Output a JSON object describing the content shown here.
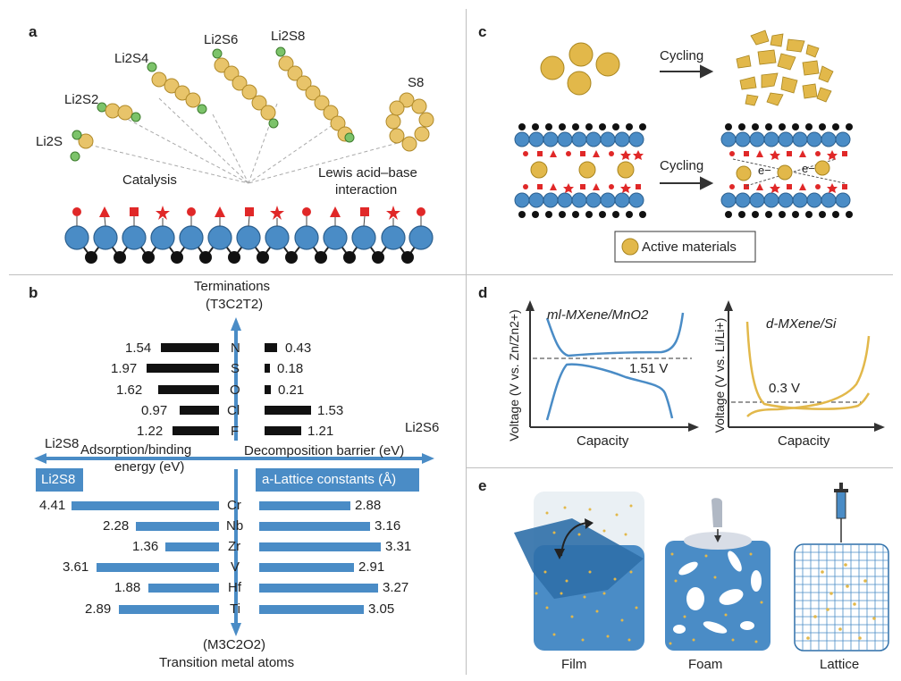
{
  "panels": {
    "a": "a",
    "b": "b",
    "c": "c",
    "d": "d",
    "e": "e"
  },
  "panel_a": {
    "species": [
      "Li2S",
      "Li2S2",
      "Li2S4",
      "Li2S6",
      "Li2S8",
      "S8"
    ],
    "catalysis": "Catalysis",
    "lewis": [
      "Lewis acid–base",
      "interaction"
    ]
  },
  "panel_b": {
    "terminations_title": "Terminations",
    "terminations_formula": "(T3C2T2)",
    "transition_formula": "(M3C2O2)",
    "transition_title": "Transition metal atoms",
    "left_axis_species": "Li2S8",
    "right_axis_species": "Li2S6",
    "adsorption_label": [
      "Adsorption/binding",
      "energy (eV)"
    ],
    "decomposition_label": "Decomposition barrier (eV)",
    "li2s8_box": "Li2S8",
    "lattice_box": "a-Lattice constants (Å)",
    "terminations": [
      "N",
      "S",
      "O",
      "Cl",
      "F"
    ],
    "adsorption_values": [
      "1.54",
      "1.97",
      "1.62",
      "0.97",
      "1.22"
    ],
    "decomposition_values": [
      "0.43",
      "0.18",
      "0.21",
      "1.53",
      "1.21"
    ],
    "metals": [
      "Cr",
      "Nb",
      "Zr",
      "V",
      "Hf",
      "Ti"
    ],
    "binding_values": [
      "4.41",
      "2.28",
      "1.36",
      "3.61",
      "1.88",
      "2.89"
    ],
    "lattice_values": [
      "2.88",
      "3.16",
      "3.31",
      "2.91",
      "3.27",
      "3.05"
    ]
  },
  "panel_c": {
    "cycling_top": "Cycling",
    "cycling_bottom": "Cycling",
    "electron": "e−",
    "legend": "Active materials"
  },
  "panel_d": {
    "left_title": "ml-MXene/MnO2",
    "left_ylabel": "Voltage (V vs. Zn/Zn2+)",
    "left_xlabel": "Capacity",
    "left_value": "1.51 V",
    "right_title": "d-MXene/Si",
    "right_ylabel": "Voltage (V vs. Li/Li+)",
    "right_xlabel": "Capacity",
    "right_value": "0.3 V"
  },
  "panel_e": {
    "film": "Film",
    "foam": "Foam",
    "lattice": "Lattice"
  },
  "colors": {
    "blue": "#4a8cc6",
    "dark_blue": "#2f6fa8",
    "gold": "#e2b84a",
    "green": "#7cc36a",
    "red": "#e03030",
    "black": "#111111",
    "line": "#bfbfbf"
  }
}
